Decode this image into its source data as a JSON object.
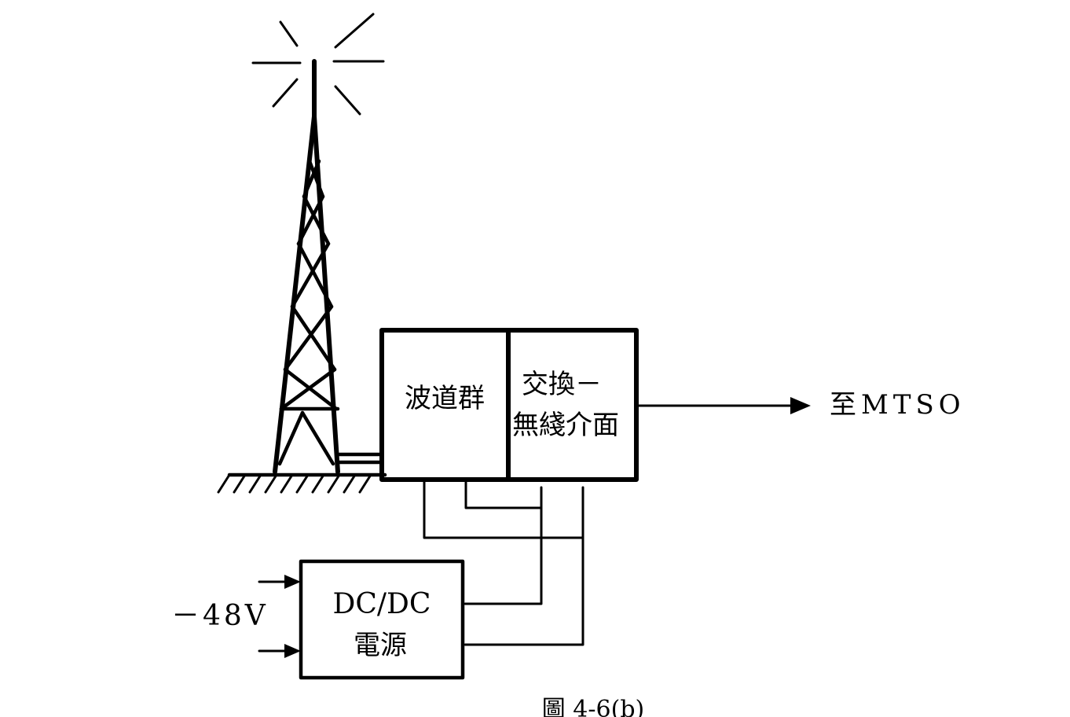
{
  "diagram": {
    "channel_group_label": "波道群",
    "interface_label_line1": "交換－",
    "interface_label_line2": "無綫介面",
    "output_label": "至MTSO",
    "power_label_line1": "DC/DC",
    "power_label_line2": "電源",
    "input_voltage_label": "－48V",
    "caption": "圖 4-6(b)"
  },
  "colors": {
    "ink": "#000000",
    "background": "#ffffff"
  }
}
